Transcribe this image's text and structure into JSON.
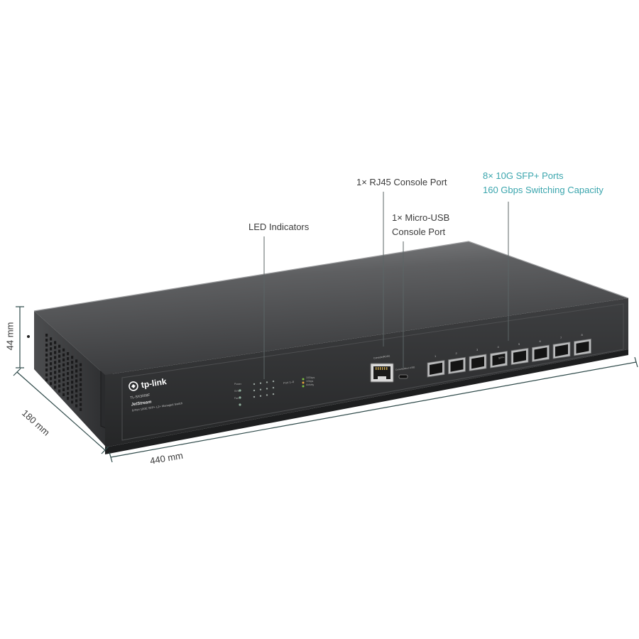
{
  "callouts": {
    "led": "LED Indicators",
    "rj45": "1× RJ45 Console Port",
    "usb_line1": "1× Micro-USB",
    "usb_line2": "Console Port",
    "sfp_line1": "8× 10G SFP+ Ports",
    "sfp_line2": "160 Gbps Switching Capacity"
  },
  "dimensions": {
    "height": "44 mm",
    "depth": "180 mm",
    "width": "440 mm"
  },
  "device": {
    "brand": "tp-link",
    "model": "TL-SX3008F",
    "series": "JetStream",
    "description": "8-Port 10GE SFP+ L2+ Managed Switch",
    "led_labels": [
      "Power",
      "SYS",
      "Fan"
    ],
    "port_range_label": "Port 1–8",
    "speed_legend": [
      "10Gbps",
      "1Gbps",
      "Activity"
    ],
    "console_label": "Console(RJ45)",
    "usb_label": "Console(Micro USB)",
    "sfp_label": "SFP+",
    "port_numbers": [
      "1",
      "2",
      "3",
      "4",
      "5",
      "6",
      "7",
      "8"
    ]
  },
  "colors": {
    "teal_accent": "#3aa5ad",
    "dim_line": "#2f4a4a",
    "device_body": "#3a3b3d"
  }
}
